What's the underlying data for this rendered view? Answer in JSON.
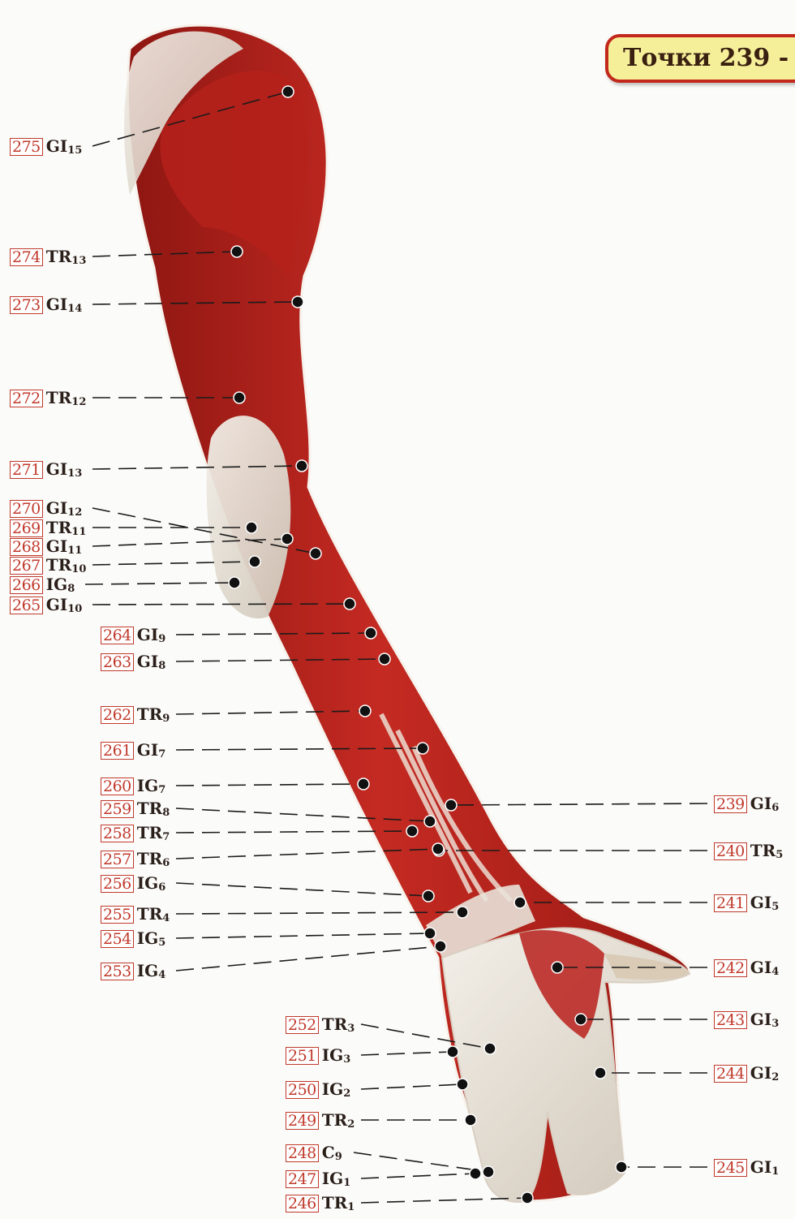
{
  "title": "Точки 239 -",
  "colors": {
    "muscle": "#b8201c",
    "muscle_dark": "#8e1612",
    "tendon": "#e9e4dc",
    "label_border": "#c0392b",
    "badge_fill": "#f6ef9a",
    "badge_border": "#c2281c"
  },
  "points": [
    {
      "num": "239",
      "meridian": "GI",
      "index": "6"
    },
    {
      "num": "240",
      "meridian": "TR",
      "index": "5"
    },
    {
      "num": "241",
      "meridian": "GI",
      "index": "5"
    },
    {
      "num": "242",
      "meridian": "GI",
      "index": "4"
    },
    {
      "num": "243",
      "meridian": "GI",
      "index": "3"
    },
    {
      "num": "244",
      "meridian": "GI",
      "index": "2"
    },
    {
      "num": "245",
      "meridian": "GI",
      "index": "1"
    },
    {
      "num": "246",
      "meridian": "TR",
      "index": "1"
    },
    {
      "num": "247",
      "meridian": "IG",
      "index": "1"
    },
    {
      "num": "248",
      "meridian": "C",
      "index": "9"
    },
    {
      "num": "249",
      "meridian": "TR",
      "index": "2"
    },
    {
      "num": "250",
      "meridian": "IG",
      "index": "2"
    },
    {
      "num": "251",
      "meridian": "IG",
      "index": "3"
    },
    {
      "num": "252",
      "meridian": "TR",
      "index": "3"
    },
    {
      "num": "253",
      "meridian": "IG",
      "index": "4"
    },
    {
      "num": "254",
      "meridian": "IG",
      "index": "5"
    },
    {
      "num": "255",
      "meridian": "TR",
      "index": "4"
    },
    {
      "num": "256",
      "meridian": "IG",
      "index": "6"
    },
    {
      "num": "257",
      "meridian": "TR",
      "index": "6"
    },
    {
      "num": "258",
      "meridian": "TR",
      "index": "7"
    },
    {
      "num": "259",
      "meridian": "TR",
      "index": "8"
    },
    {
      "num": "260",
      "meridian": "IG",
      "index": "7"
    },
    {
      "num": "261",
      "meridian": "GI",
      "index": "7"
    },
    {
      "num": "262",
      "meridian": "TR",
      "index": "9"
    },
    {
      "num": "263",
      "meridian": "GI",
      "index": "8"
    },
    {
      "num": "264",
      "meridian": "GI",
      "index": "9"
    },
    {
      "num": "265",
      "meridian": "GI",
      "index": "10"
    },
    {
      "num": "266",
      "meridian": "IG",
      "index": "8"
    },
    {
      "num": "267",
      "meridian": "TR",
      "index": "10"
    },
    {
      "num": "268",
      "meridian": "GI",
      "index": "11"
    },
    {
      "num": "269",
      "meridian": "TR",
      "index": "11"
    },
    {
      "num": "270",
      "meridian": "GI",
      "index": "12"
    },
    {
      "num": "271",
      "meridian": "GI",
      "index": "13"
    },
    {
      "num": "272",
      "meridian": "TR",
      "index": "12"
    },
    {
      "num": "273",
      "meridian": "GI",
      "index": "14"
    },
    {
      "num": "274",
      "meridian": "TR",
      "index": "13"
    },
    {
      "num": "275",
      "meridian": "GI",
      "index": "15"
    }
  ]
}
